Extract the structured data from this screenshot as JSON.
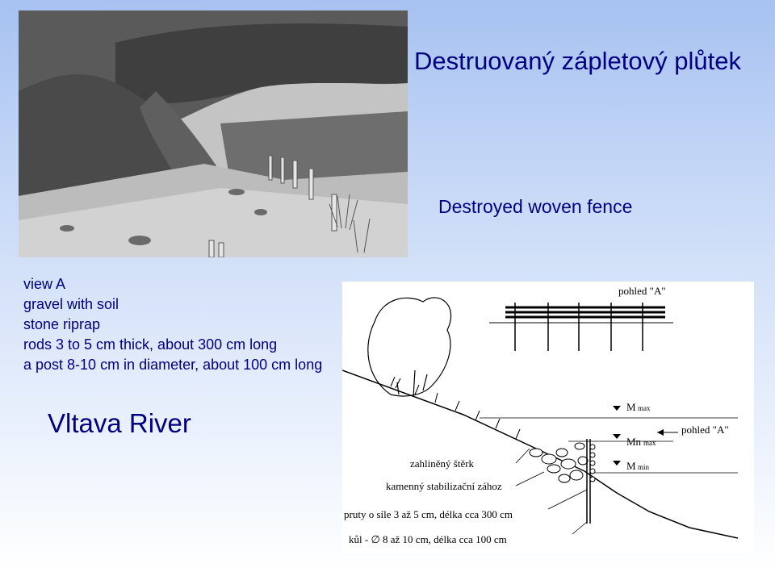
{
  "title": "Destruovaný zápletový plůtek",
  "subtitle": "Destroyed woven fence",
  "legend": [
    "view A",
    "gravel with soil",
    "stone riprap",
    "rods 3 to 5 cm thick, about 300 cm long",
    "a post 8-10 cm in diameter, about 100 cm long"
  ],
  "river": "Vltava River",
  "diagram": {
    "pohled_top": "pohled \"A\"",
    "pohled_side": "pohled \"A\"",
    "m_max": "M",
    "m_max_sub": "max",
    "mn_max": "Mn",
    "mn_max_sub": "max",
    "m_min": "M",
    "m_min_sub": "min",
    "gravel": "zahliněný štěrk",
    "riprap": "kamenný stabilizační zához",
    "rods": "pruty o síle 3 až 5 cm, délka cca 300 cm",
    "post": "kůl - ∅ 8 až 10 cm, délka cca 100 cm"
  }
}
